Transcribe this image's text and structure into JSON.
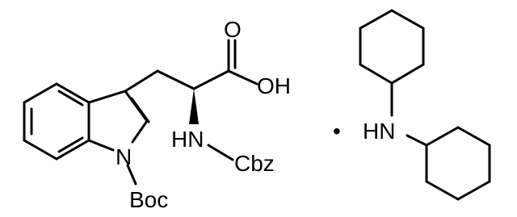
{
  "molecule": {
    "labels": {
      "carbonyl_oxygen": "O",
      "hydroxyl": "OH",
      "amine_nh": "HN",
      "cbz_group": "Cbz",
      "indole_nitrogen": "N",
      "boc_group": "Boc",
      "salt_amine": "HN"
    },
    "salt_separator": "•"
  }
}
